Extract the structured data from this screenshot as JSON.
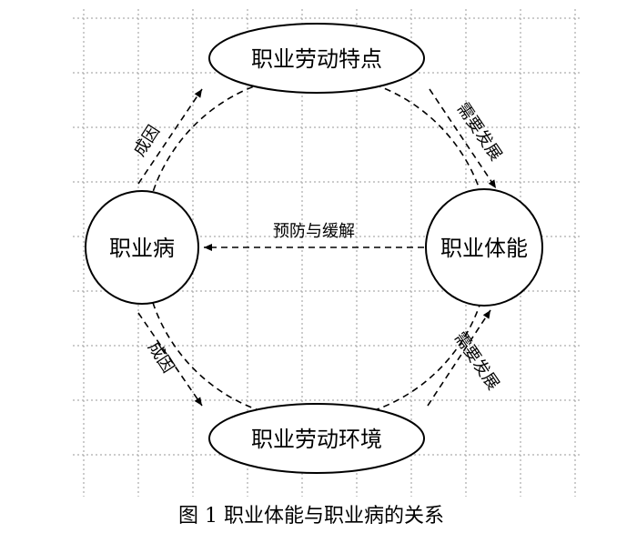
{
  "nodes": {
    "top": "职业劳动特点",
    "left": "职业病",
    "right": "职业体能",
    "bottom": "职业劳动环境"
  },
  "edges": {
    "top_left": "成因",
    "top_right": "需要发展",
    "bottom_left": "成因",
    "bottom_right": "需要发展",
    "center": "预防与缓解"
  },
  "caption": "图 1 职业体能与职业病的关系"
}
